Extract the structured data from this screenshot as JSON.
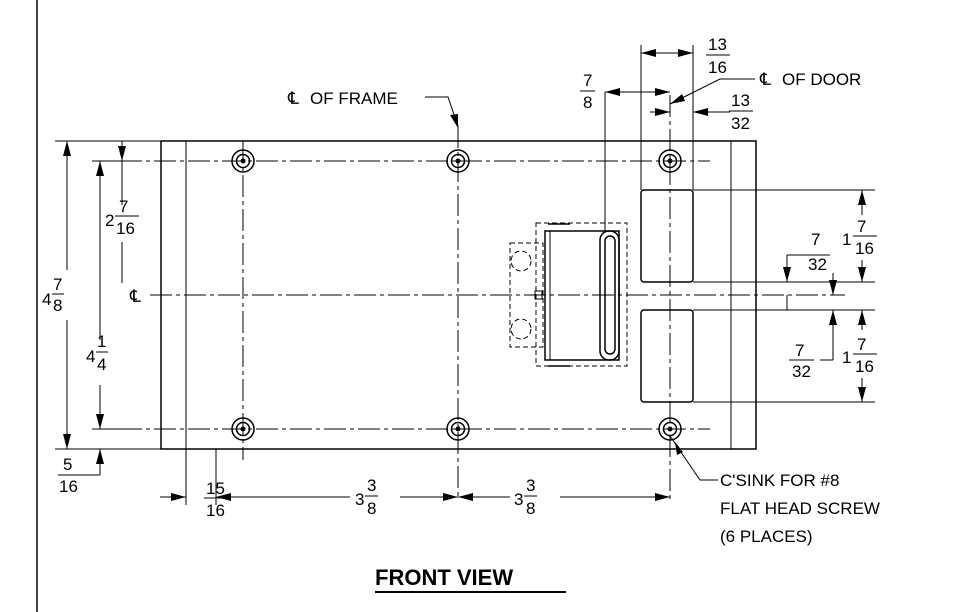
{
  "labels": {
    "cl_frame": "OF FRAME",
    "cl_door": "OF DOOR",
    "cl_symbol": "℄",
    "csink_1": "C'SINK FOR #8",
    "csink_2": "FLAT HEAD SCREW",
    "csink_3": "(6 PLACES)",
    "title": "FRONT VIEW"
  },
  "dimensions": {
    "overall_height": {
      "whole": "4",
      "num": "7",
      "den": "8"
    },
    "hole_spacing_v": {
      "whole": "4",
      "num": "1",
      "den": "4"
    },
    "hole_to_cl": {
      "whole": "2",
      "num": "7",
      "den": "16"
    },
    "bottom_offset": {
      "num": "5",
      "den": "16"
    },
    "left_offset": {
      "num": "15",
      "den": "16"
    },
    "hole_spacing_h1": {
      "whole": "3",
      "num": "3",
      "den": "8"
    },
    "hole_spacing_h2": {
      "whole": "3",
      "num": "3",
      "den": "8"
    },
    "latch_offset": {
      "num": "7",
      "den": "8"
    },
    "door_width": {
      "num": "13",
      "den": "16"
    },
    "door_half": {
      "num": "13",
      "den": "32"
    },
    "door_height_top": {
      "whole": "1",
      "num": "7",
      "den": "16"
    },
    "door_height_bot": {
      "whole": "1",
      "num": "7",
      "den": "16"
    },
    "door_gap_top": {
      "num": "7",
      "den": "32"
    },
    "door_gap_bot": {
      "num": "7",
      "den": "32"
    }
  }
}
